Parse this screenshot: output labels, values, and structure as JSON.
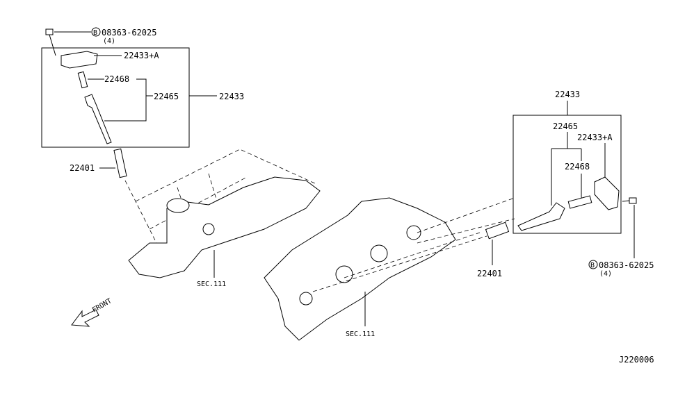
{
  "left_group": {
    "bolt": "08363-62025",
    "bolt_qty": "(4)",
    "bolt_marker": "B",
    "coil": "22433+A",
    "spring": "22468",
    "boot": "22465",
    "assembly": "22433",
    "plug": "22401",
    "section": "SEC.111"
  },
  "right_group": {
    "assembly": "22433",
    "boot": "22465",
    "coil": "22433+A",
    "spring": "22468",
    "plug": "22401",
    "bolt": "08363-62025",
    "bolt_qty": "(4)",
    "bolt_marker": "B",
    "section": "SEC.111"
  },
  "front_label": "FRONT",
  "diagram_code": "J220006"
}
